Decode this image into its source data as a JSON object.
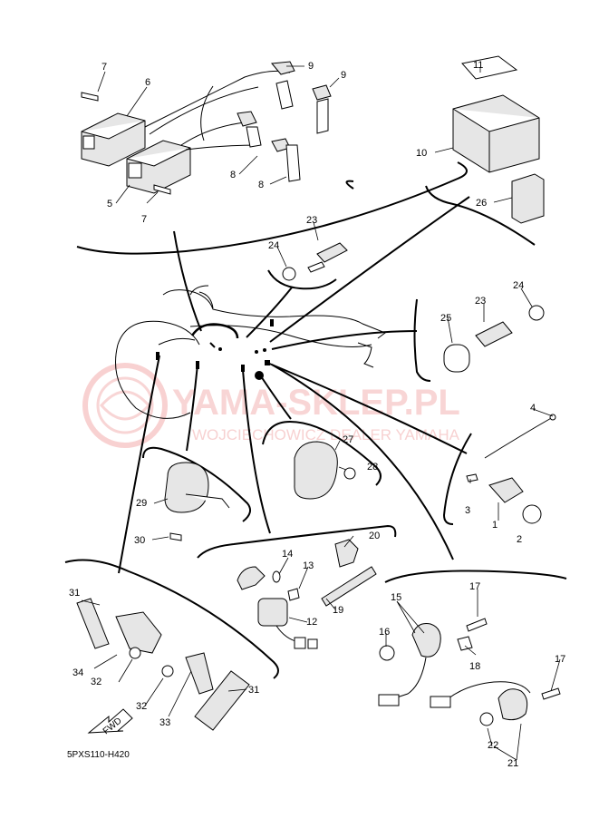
{
  "diagram": {
    "code": "5PXS110-H420",
    "fwd_label": "FWD",
    "watermark": {
      "brand": "YAMA-SKLEP.PL",
      "tagline": "WOJCIECHOWICZ DEALER YAMAHA"
    },
    "callouts": {
      "p1": "1",
      "p2": "2",
      "p3": "3",
      "p4": "4",
      "p5": "5",
      "p6": "6",
      "p7a": "7",
      "p7b": "7",
      "p8a": "8",
      "p8b": "8",
      "p9a": "9",
      "p9b": "9",
      "p10": "10",
      "p11": "11",
      "p12": "12",
      "p13": "13",
      "p14": "14",
      "p15": "15",
      "p16": "16",
      "p17a": "17",
      "p17b": "17",
      "p18": "18",
      "p19": "19",
      "p20": "20",
      "p21": "21",
      "p22": "22",
      "p23a": "23",
      "p23b": "23",
      "p24a": "24",
      "p24b": "24",
      "p25": "25",
      "p26": "26",
      "p27": "27",
      "p28": "28",
      "p29": "29",
      "p30": "30",
      "p31a": "31",
      "p31b": "31",
      "p32a": "32",
      "p32b": "32",
      "p33": "33",
      "p34": "34"
    }
  }
}
